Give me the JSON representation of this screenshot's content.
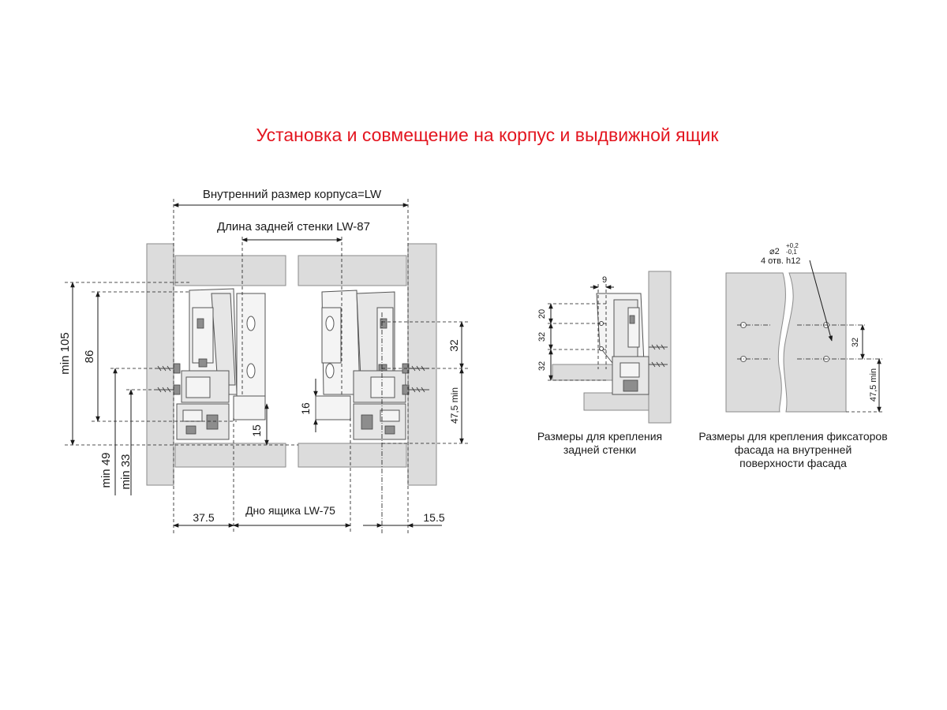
{
  "title": "Установка и совмещение на корпус и выдвижной ящик",
  "colors": {
    "title": "#e3151f",
    "panel": "#dcdcdc",
    "line": "#1a1a1a"
  },
  "main": {
    "inner_width_label": "Внутренний размер корпуса=LW",
    "back_wall_label": "Длина задней стенки  LW-87",
    "bottom_label": "Дно ящика  LW-75",
    "dim_min105": "min 105",
    "dim_86": "86",
    "dim_min49": "min 49",
    "dim_min33": "min 33",
    "dim_15": "15",
    "dim_16": "16",
    "dim_32": "32",
    "dim_47_5min": "47,5 min",
    "dim_37_5": "37.5",
    "dim_15_5": "15.5"
  },
  "back_wall": {
    "dim_9": "9",
    "dim_20": "20",
    "dim_32a": "32",
    "dim_32b": "32",
    "caption_line1": "Размеры для крепления",
    "caption_line2": "задней стенки"
  },
  "front": {
    "hole_dia": "⌀2",
    "tol_plus": "+0,2",
    "tol_minus": "-0,1",
    "holes_label": "4 отв. h12",
    "dim_32": "32",
    "dim_47_5min": "47,5 min",
    "caption_line1": "Размеры для крепления фиксаторов",
    "caption_line2": "фасада на внутренней",
    "caption_line3": "поверхности фасада"
  }
}
